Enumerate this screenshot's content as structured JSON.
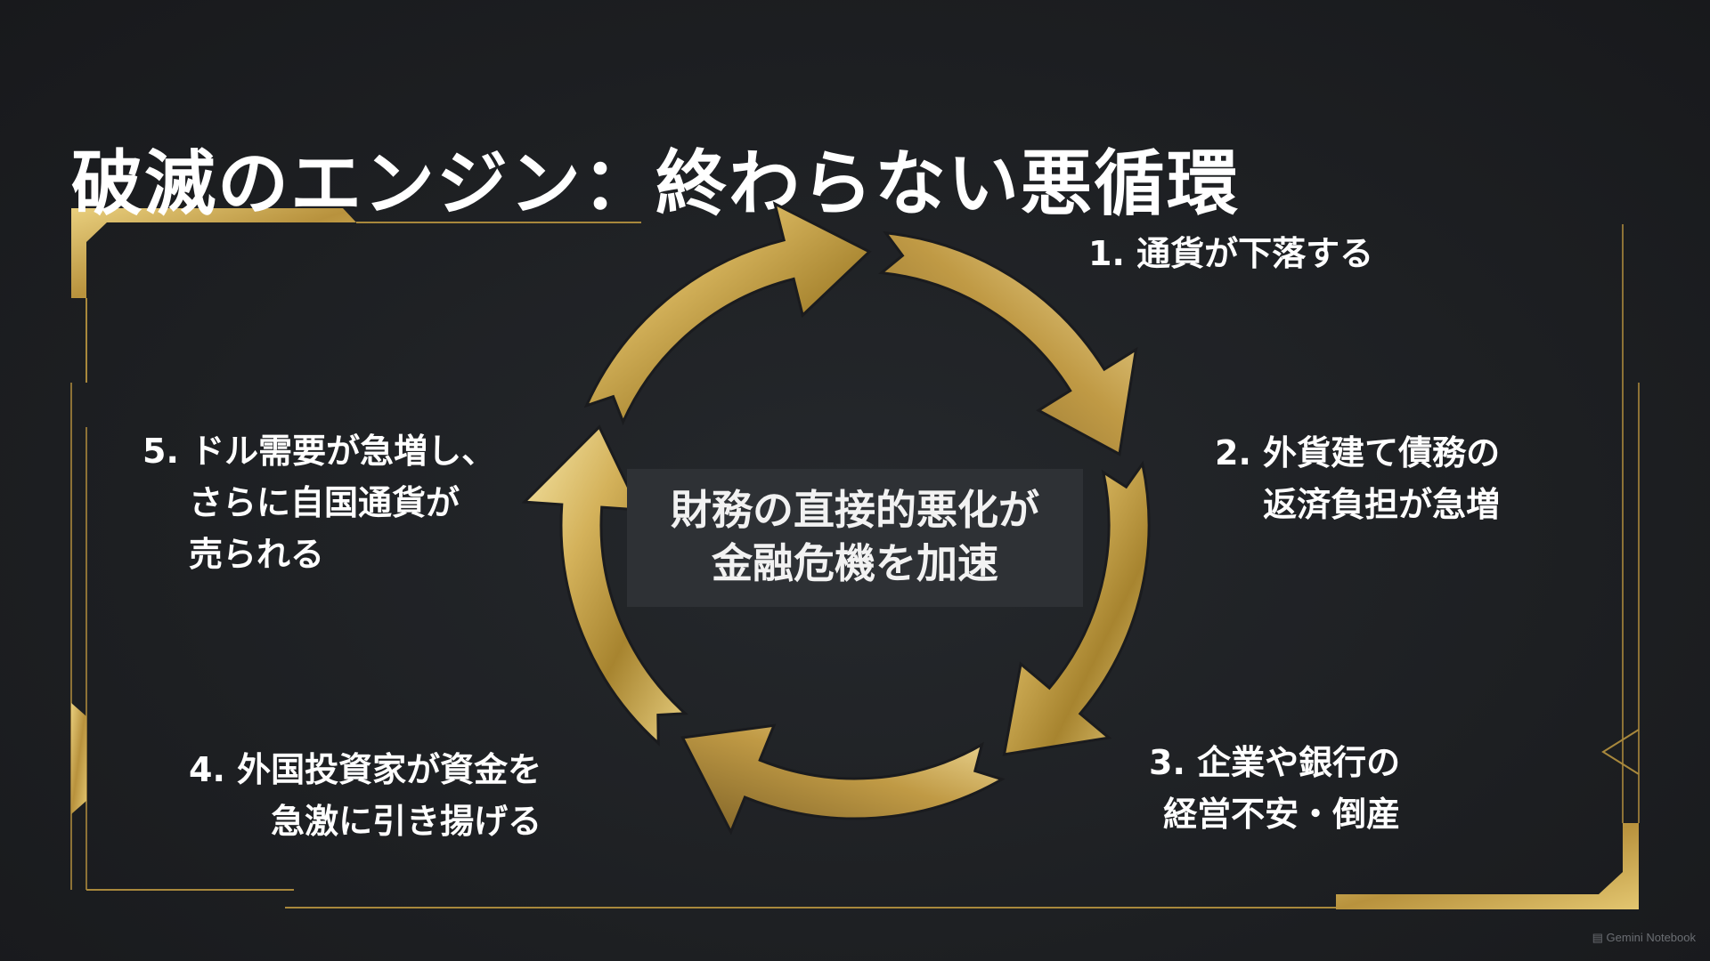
{
  "title": "破滅のエンジン：終わらない悪循環",
  "center": {
    "line1": "財務の直接的悪化が",
    "line2": "金融危機を加速"
  },
  "steps": [
    {
      "lines": [
        "1. 通貨が下落する"
      ]
    },
    {
      "lines": [
        "2. 外貨建て債務の",
        "返済負担が急増"
      ]
    },
    {
      "lines": [
        "3. 企業や銀行の",
        "経営不安・倒産"
      ]
    },
    {
      "lines": [
        "4. 外国投資家が資金を",
        "急激に引き揚げる"
      ]
    },
    {
      "lines": [
        "5. ドル需要が急増し、",
        "さらに自国通貨が",
        "売られる"
      ]
    }
  ],
  "watermark": "Gemini Notebook",
  "colors": {
    "background": "#1c1e21",
    "gold_light": "#f4e3a1",
    "gold_mid": "#c9a74e",
    "gold_dark": "#7d6225",
    "center_box": "#2e3135"
  }
}
